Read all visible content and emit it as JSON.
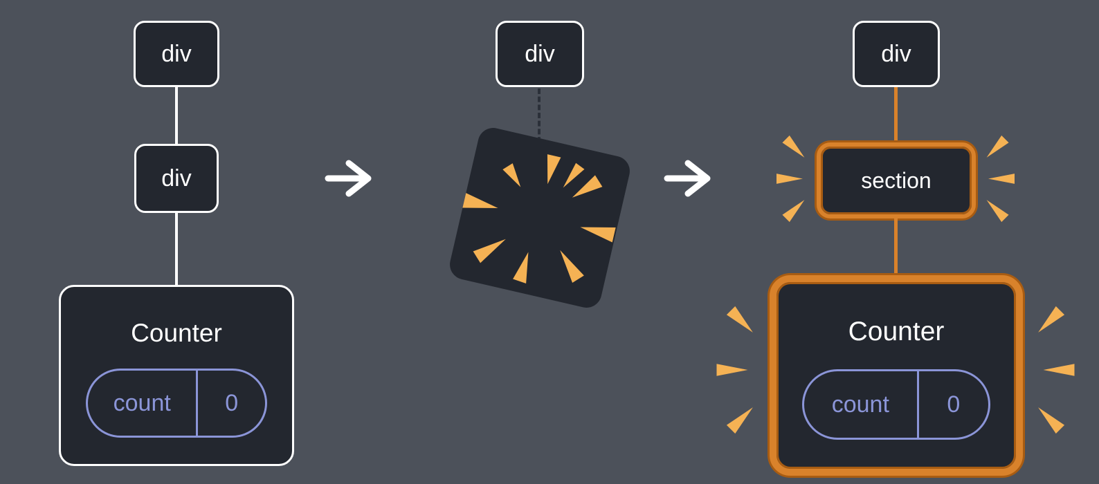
{
  "diagram": {
    "left": {
      "root": "div",
      "child": "div",
      "counter": {
        "title": "Counter",
        "state_key": "count",
        "state_value": "0"
      }
    },
    "middle": {
      "root": "div"
    },
    "right": {
      "root": "div",
      "child": "section",
      "counter": {
        "title": "Counter",
        "state_key": "count",
        "state_value": "0"
      }
    }
  },
  "icons": {
    "arrow": "arrow-right-icon",
    "poof": "poof-burst-icon",
    "spark": "spark-icon"
  },
  "colors": {
    "background": "#4c515a",
    "node_bg": "#23272f",
    "node_border": "#ffffff",
    "state_purple": "#8b95d8",
    "highlight_orange": "#d9822b",
    "highlight_orange_dark": "#a85c12",
    "spark_orange": "#f5b254",
    "dashed": "#2b3039"
  }
}
